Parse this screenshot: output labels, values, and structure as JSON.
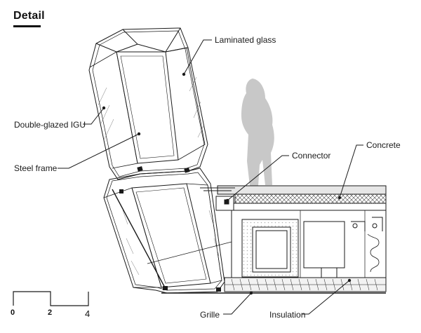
{
  "title": "Detail",
  "labels": {
    "laminated_glass": "Laminated glass",
    "double_glazed_igu": "Double-glazed IGU",
    "steel_frame": "Steel frame",
    "connector": "Connector",
    "concrete": "Concrete",
    "grille": "Grille",
    "insulation": "Insulation"
  },
  "scale": {
    "tick_0": "0",
    "tick_2": "2",
    "tick_4": "4"
  },
  "colors": {
    "line": "#1a1a1a",
    "figure": "#c8c8c8",
    "concrete_band": "#d4d4d4",
    "insulation_band": "#e6e6e6",
    "glass_hatch": "#7a7a7a"
  }
}
